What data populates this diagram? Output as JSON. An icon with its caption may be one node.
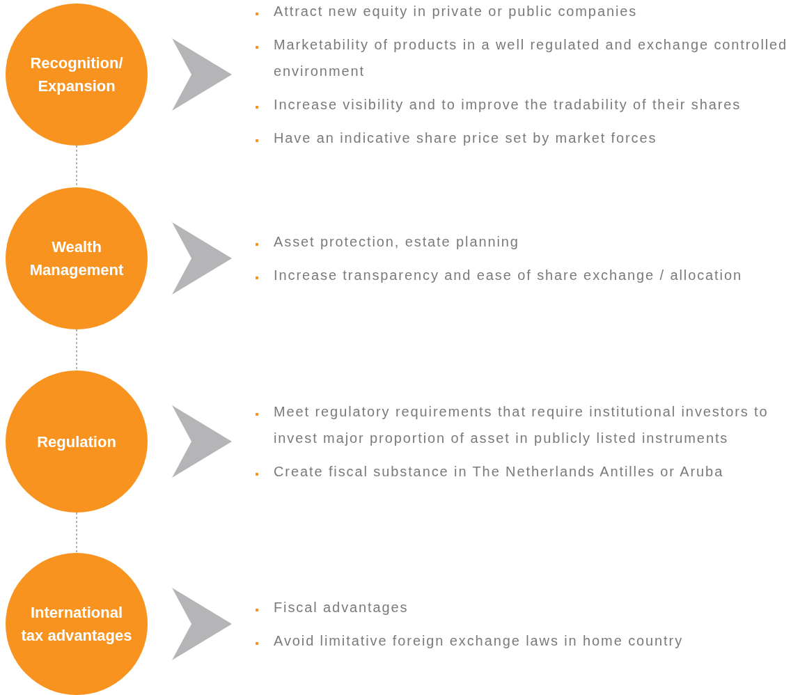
{
  "diagram": {
    "nodes": [
      {
        "text": [
          "Recognition/ Expansion"
        ]
      },
      {
        "text": [
          "Attract new equity in private or public companies",
          "Marketability of products in a well regulated and exchange controlled environment",
          "Increase visibility and to improve the tradability of their shares",
          "Have an indicative share price set by market forces"
        ]
      },
      {
        "text": [
          "Wealth Management"
        ]
      },
      {
        "text": [
          "Asset protection, estate planning",
          "Increase transparency and ease of share exchange / allocation"
        ]
      },
      {
        "text": [
          "Regulation"
        ]
      },
      {
        "text": [
          "Meet regulatory requirements that require institutional investors to invest major proportion of asset in publicly listed instruments",
          "Create fiscal substance in The Netherlands Antilles or Aruba"
        ]
      },
      {
        "text": [
          "International tax advantages"
        ]
      },
      {
        "text": [
          "Fiscal advantages",
          "Avoid limitative foreign exchange laws in home country"
        ]
      }
    ],
    "edges": [
      {
        "from": 0,
        "to": 1,
        "arrow": "to",
        "style": "thick"
      },
      {
        "from": 2,
        "to": 3,
        "arrow": "to",
        "style": "thick"
      },
      {
        "from": 4,
        "to": 5,
        "arrow": "to",
        "style": "thick"
      },
      {
        "from": 6,
        "to": 7,
        "arrow": "to",
        "style": "thick"
      },
      {
        "from": 0,
        "to": 2,
        "arrow": "none",
        "style": "dashed"
      },
      {
        "from": 2,
        "to": 4,
        "arrow": "none",
        "style": "dashed"
      },
      {
        "from": 4,
        "to": 6,
        "arrow": "none",
        "style": "dashed"
      }
    ]
  }
}
